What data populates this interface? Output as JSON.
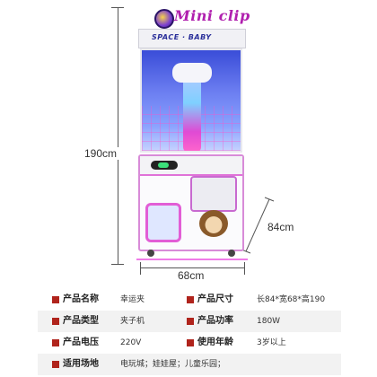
{
  "product": {
    "brand": "Mini clip",
    "theme": "SPACE · BABY"
  },
  "dimensions": {
    "height": "190cm",
    "width": "68cm",
    "depth": "84cm"
  },
  "specs": [
    {
      "label1": "产品名称",
      "value1": "幸运夹",
      "label2": "产品尺寸",
      "value2": "长84*宽68*高190"
    },
    {
      "label1": "产品类型",
      "value1": "夹子机",
      "label2": "产品功率",
      "value2": "180W"
    },
    {
      "label1": "产品电压",
      "value1": "220V",
      "label2": "使用年龄",
      "value2": "3岁以上"
    },
    {
      "label1": "适用场地",
      "value1": "电玩城；娃娃屋；儿童乐园；",
      "label2": "",
      "value2": ""
    }
  ],
  "colors": {
    "accent": "#b01fae",
    "bullet": "#b0241c",
    "row_shade": "#f2f2f2"
  }
}
